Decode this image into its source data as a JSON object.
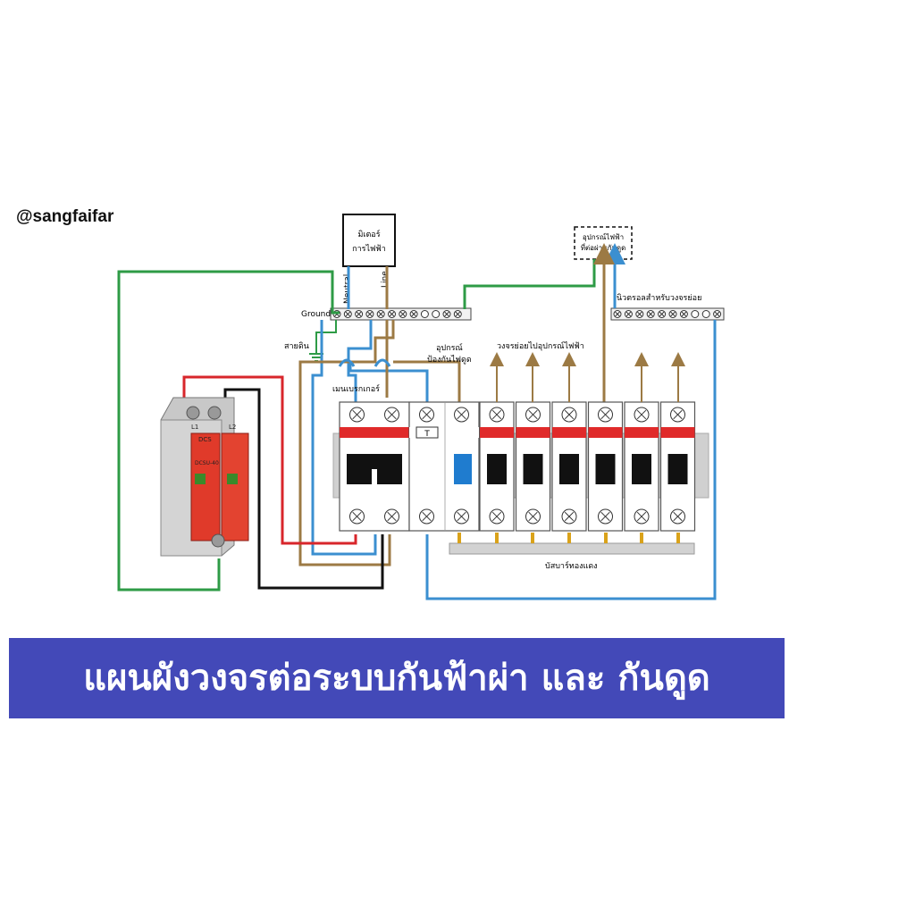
{
  "watermark": "@sangfaifar",
  "meter": {
    "line1": "มิเตอร์",
    "line2": "การไฟฟ้า"
  },
  "labels": {
    "neutral": "Neutral",
    "line": "Line",
    "ground": "Ground",
    "earth_wire": "สายดิน",
    "surge_device": [
      "อุปกรณ์",
      "ป้องกันไฟดูด"
    ],
    "main_breaker": "เมนเบรกเกอร์",
    "subcircuits": "วงจรย่อยไปอุปกรณ์ไฟฟ้า",
    "sensitive_device": [
      "อุปกรณ์ไฟฟ้า",
      "ที่ต่อผ่านกันดูด"
    ],
    "neutral_bar": "นิวตรอลสำหรับวงจรย่อย",
    "busbar": "บัสบาร์ทองแดง",
    "rcd_test": "T"
  },
  "spd": {
    "brand": "DCS",
    "model": "DCSU-40",
    "terminal_left": "L1",
    "terminal_right": "L2"
  },
  "title": "แผนผังวงจรต่อระบบกันฟ้าผ่า และ กันดูด",
  "colors": {
    "ground_wire": "#2e9b46",
    "neutral_wire": "#3b8fd0",
    "line_wire": "#9c7a44",
    "red_wire": "#d8262b",
    "black_wire": "#111111",
    "banner": "#4349b8"
  }
}
